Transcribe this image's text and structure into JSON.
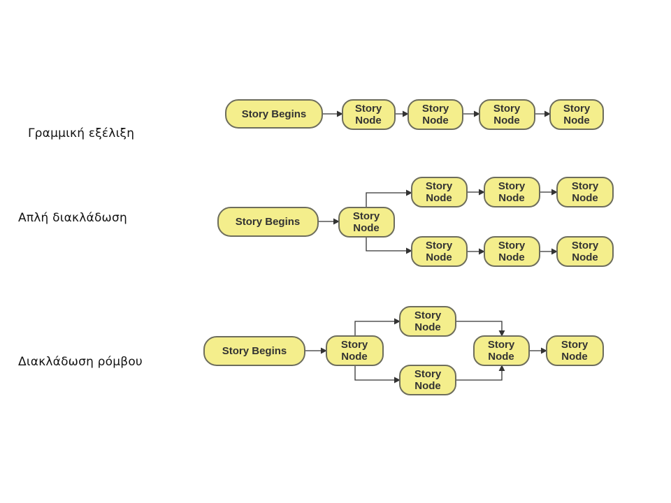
{
  "labels": {
    "linear": "Γραμμική εξέλιξη",
    "simple_branch": "Απλή διακλάδωση",
    "diamond_branch": "Διακλάδωση ρόμβου"
  },
  "nodes": {
    "start": "Story Begins",
    "node_line1": "Story",
    "node_line2": "Node"
  },
  "colors": {
    "node_fill": "#f4ee8c",
    "node_border": "#6d6d5c",
    "arrow": "#333333"
  }
}
